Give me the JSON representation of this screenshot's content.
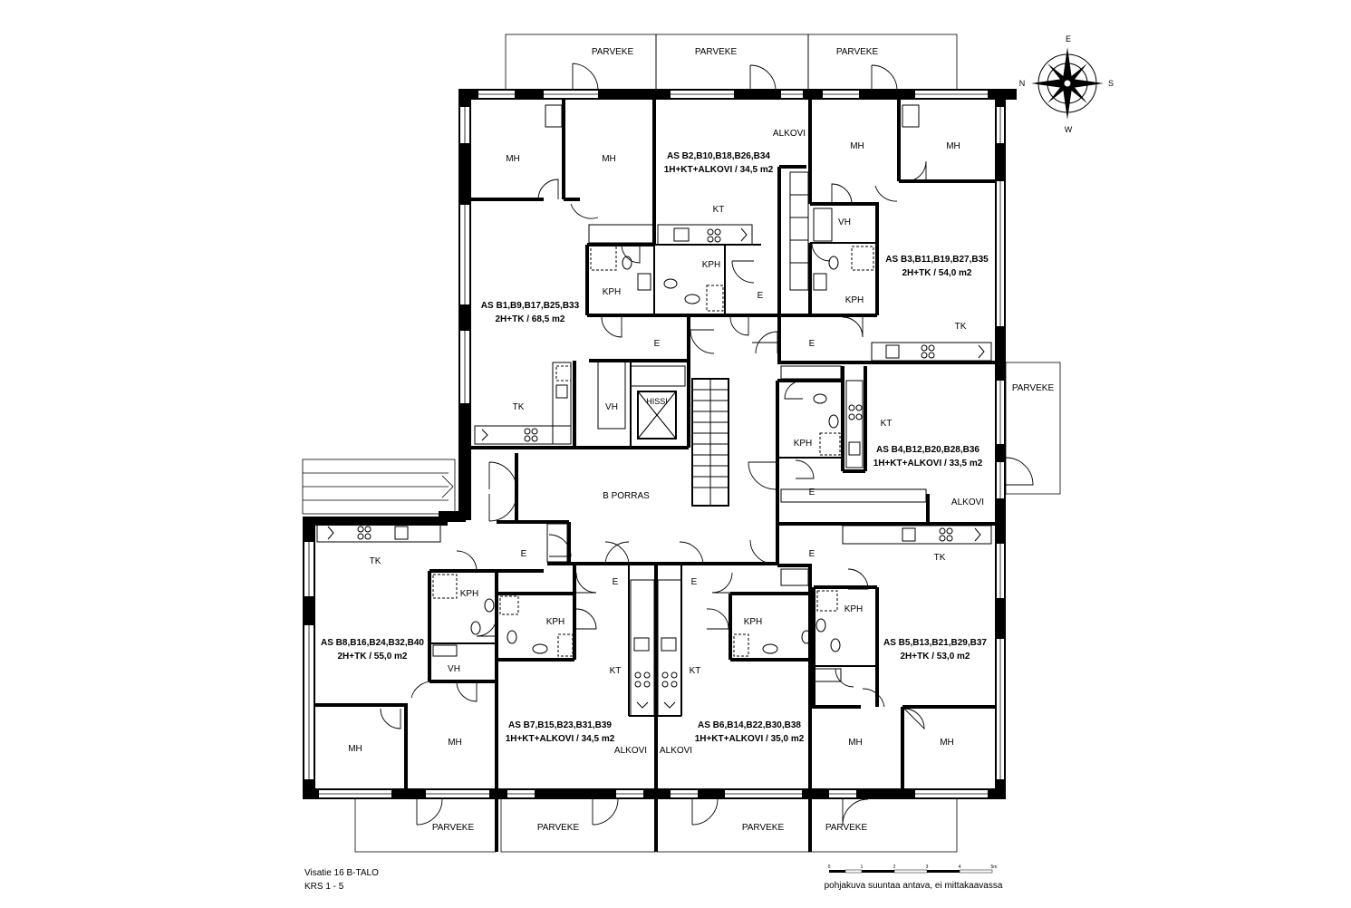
{
  "rooms": {
    "parveke": "PARVEKE",
    "mh": "MH",
    "kt": "KT",
    "kph": "KPH",
    "vh": "VH",
    "e": "E",
    "tk": "TK",
    "alkovi": "ALKOVI",
    "hissi": "HISSI",
    "porras": "B  PORRAS"
  },
  "apartments": [
    {
      "id": "AS B2,B10,B18,B26,B34",
      "type": "1H+KT+ALKOVI / 34,5 m2"
    },
    {
      "id": "AS B3,B11,B19,B27,B35",
      "type": "2H+TK / 54,0 m2"
    },
    {
      "id": "AS B1,B9,B17,B25,B33",
      "type": "2H+TK / 68,5 m2"
    },
    {
      "id": "AS B4,B12,B20,B28,B36",
      "type": "1H+KT+ALKOVI / 33,5 m2"
    },
    {
      "id": "AS B8,B16,B24,B32,B40",
      "type": "2H+TK / 55,0 m2"
    },
    {
      "id": "AS B5,B13,B21,B29,B37",
      "type": "2H+TK / 53,0 m2"
    },
    {
      "id": "AS B7,B15,B23,B31,B39",
      "type": "1H+KT+ALKOVI / 34,5 m2"
    },
    {
      "id": "AS B6,B14,B22,B30,B38",
      "type": "1H+KT+ALKOVI / 35,0 m2"
    }
  ],
  "compass": {
    "n": "N",
    "e": "E",
    "s": "S",
    "w": "W"
  },
  "footer": {
    "building": "Visatie 16 B-TALO",
    "floors": "KRS 1 - 5",
    "note": "pohjakuva suuntaa antava, ei mittakaavassa"
  },
  "scale": {
    "ticks": [
      "0",
      "1",
      "2",
      "3",
      "4",
      "5m"
    ]
  }
}
